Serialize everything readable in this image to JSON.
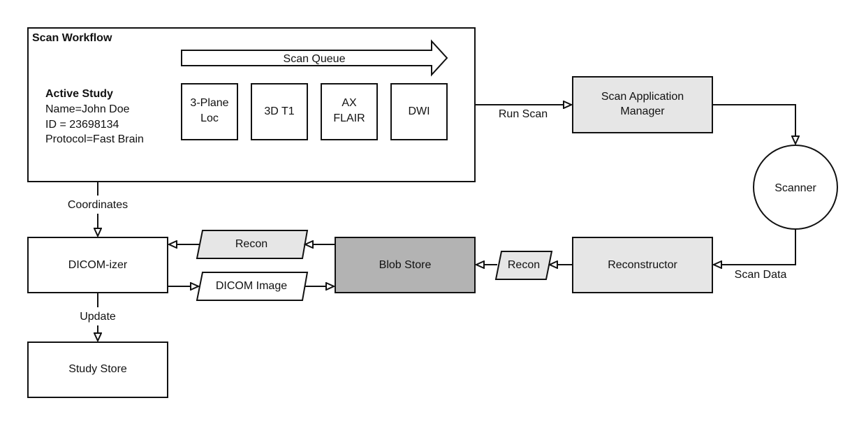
{
  "workflow": {
    "title": "Scan Workflow",
    "active_study": {
      "heading": "Active Study",
      "lines": [
        "Name=John Doe",
        "ID = 23698134",
        "Protocol=Fast Brain"
      ]
    },
    "queue_label": "Scan Queue",
    "queue_items": [
      {
        "lines": [
          "3-Plane",
          "Loc"
        ]
      },
      {
        "lines": [
          "3D T1"
        ]
      },
      {
        "lines": [
          "AX",
          "FLAIR"
        ]
      },
      {
        "lines": [
          "DWI"
        ]
      }
    ]
  },
  "nodes": {
    "scan_app_manager": {
      "lines": [
        "Scan Application",
        "Manager"
      ]
    },
    "scanner": "Scanner",
    "reconstructor": "Reconstructor",
    "blob_store": "Blob Store",
    "dicomizer": "DICOM-izer",
    "study_store": "Study Store",
    "recon_data_right": "Recon",
    "recon_data_left": "Recon",
    "dicom_image_data": "DICOM Image"
  },
  "edges": {
    "run_scan": "Run Scan",
    "scan_data": "Scan Data",
    "coordinates": "Coordinates",
    "update": "Update"
  },
  "colors": {
    "stroke": "#111111",
    "light_fill": "#e6e6e6",
    "dark_fill": "#b3b3b3",
    "white": "#ffffff"
  }
}
